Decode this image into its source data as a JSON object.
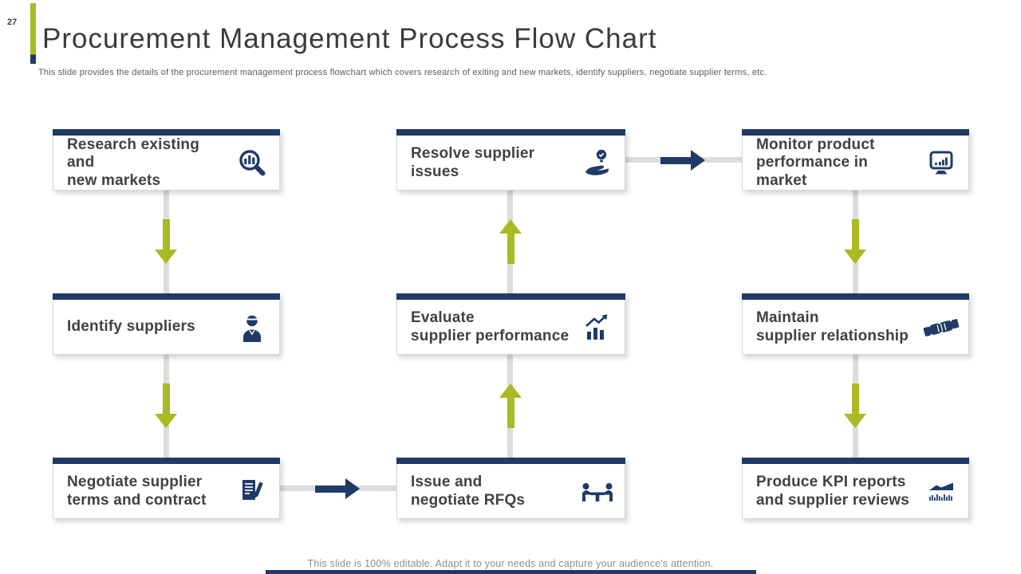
{
  "slide": {
    "page_number": "27",
    "title": "Procurement Management Process Flow Chart",
    "subtitle": "This slide provides the details of the procurement management process flowchart which covers research of exiting and new markets, identify suppliers, negotiate supplier terms, etc.",
    "footer": "This slide is 100% editable. Adapt it to your needs and capture your audience's attention."
  },
  "colors": {
    "navy": "#1f3a66",
    "green": "#a9ba23",
    "conn": "#dcdcdc",
    "text-dark": "#3f4142",
    "text-gray": "#8c8c8c"
  },
  "flowchart": {
    "columns": [
      {
        "arrow_direction": "down",
        "boxes": [
          {
            "label": "Research existing and\nnew markets",
            "icon": "search-analytics-icon"
          },
          {
            "label": "Identify suppliers",
            "icon": "worker-icon"
          },
          {
            "label": "Negotiate supplier\nterms and contract",
            "icon": "contract-edit-icon"
          }
        ]
      },
      {
        "arrow_direction": "up",
        "boxes": [
          {
            "label": "Resolve supplier issues",
            "icon": "solution-hand-icon"
          },
          {
            "label": "Evaluate\nsupplier performance",
            "icon": "performance-chart-icon"
          },
          {
            "label": "Issue and\nnegotiate RFQs",
            "icon": "negotiation-meeting-icon"
          }
        ]
      },
      {
        "arrow_direction": "down",
        "boxes": [
          {
            "label": "Monitor product\nperformance in market",
            "icon": "monitor-analytics-icon"
          },
          {
            "label": "Maintain\nsupplier relationship",
            "icon": "handshake-icon"
          },
          {
            "label": "Produce KPI reports\nand supplier reviews",
            "icon": "kpi-chart-icon"
          }
        ]
      }
    ]
  }
}
